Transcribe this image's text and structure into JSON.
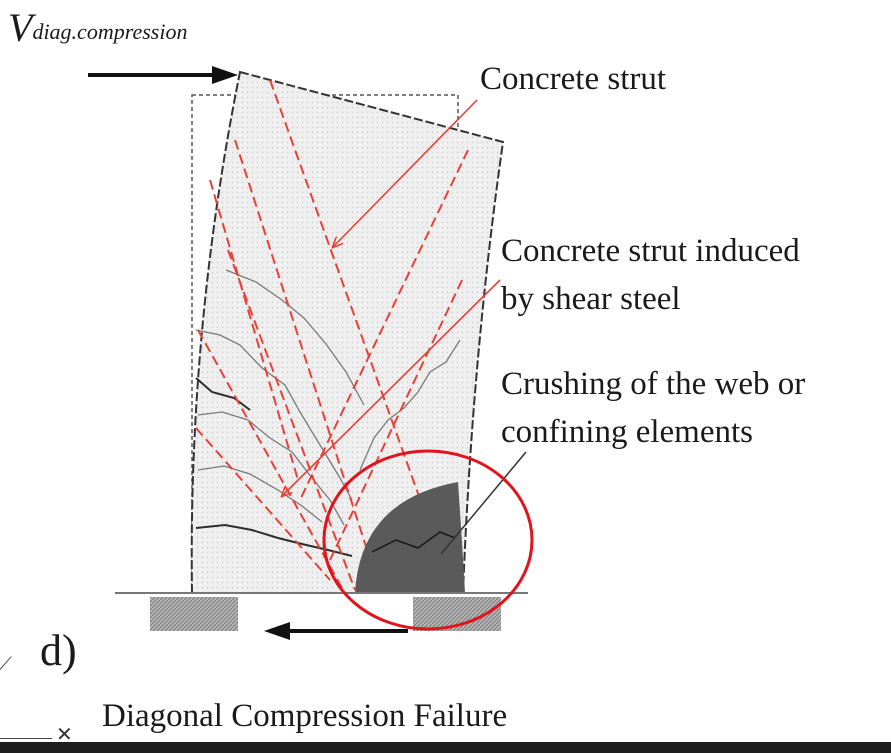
{
  "force_label": {
    "main": "V",
    "sub": "diag.compression"
  },
  "annotations": {
    "concrete_strut": "Concrete strut",
    "strut_shear_line1": "Concrete strut induced",
    "strut_shear_line2": "by shear steel",
    "crushing_line1": "Crushing of the web or",
    "crushing_line2": "confining elements"
  },
  "panel_letter": "d)",
  "caption": "Diagonal Compression Failure",
  "colors": {
    "strut_lines": "#e8413a",
    "highlight_circle": "#e0141c",
    "crushed_zone": "#5a5a5a",
    "wall_fill": "#efefef",
    "support_hatch": "#9a9a9a"
  },
  "icons": [
    "arrow-right-icon",
    "arrow-left-icon",
    "close-icon"
  ]
}
